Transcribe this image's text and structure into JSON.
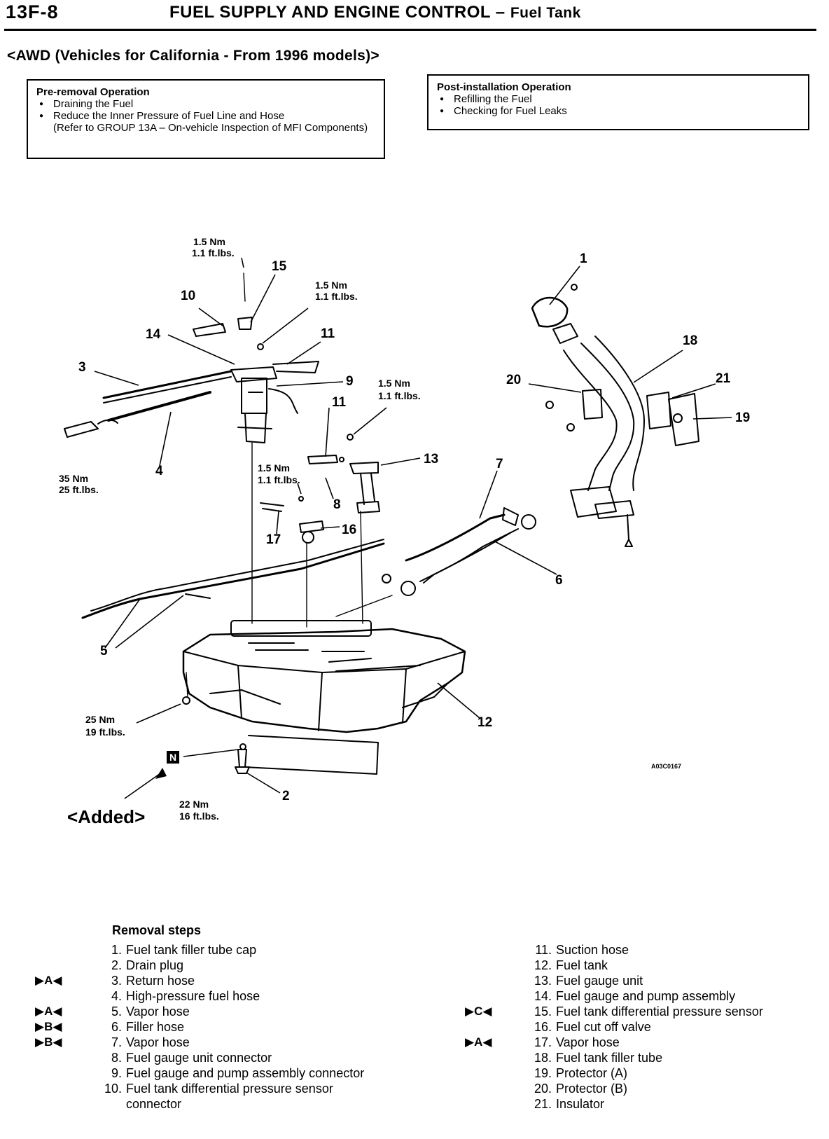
{
  "header": {
    "page_number": "13F-8",
    "title": "FUEL SUPPLY AND ENGINE CONTROL",
    "dash": "–",
    "subtitle": "Fuel Tank"
  },
  "section_title": "<AWD (Vehicles for California - From 1996 models)>",
  "pre_removal": {
    "title": "Pre-removal Operation",
    "items": [
      "Draining the Fuel",
      "Reduce the Inner Pressure of Fuel Line and Hose"
    ],
    "note": "(Refer to GROUP 13A – On-vehicle Inspection of MFI Components)"
  },
  "post_installation": {
    "title": "Post-installation Operation",
    "items": [
      "Refilling the Fuel",
      "Checking for Fuel Leaks"
    ]
  },
  "diagram": {
    "callouts": [
      "1",
      "2",
      "3",
      "4",
      "5",
      "6",
      "7",
      "8",
      "9",
      "10",
      "11",
      "12",
      "13",
      "14",
      "15",
      "16",
      "17",
      "18",
      "19",
      "20",
      "21"
    ],
    "torques": {
      "t15_nm": "1.5 Nm",
      "t15_ft": "1.1 ft.lbs.",
      "t15b_nm": "1.5 Nm",
      "t15b_ft": "1.1 ft.lbs.",
      "t13_nm": "1.5 Nm",
      "t13_ft": "1.1 ft.lbs.",
      "t8_nm": "1.5 Nm",
      "t8_ft": "1.1 ft.lbs.",
      "t35_nm": "35 Nm",
      "t35_ft": "25 ft.lbs.",
      "t25_nm": "25 Nm",
      "t25_ft": "19 ft.lbs.",
      "t22_nm": "22 Nm",
      "t22_ft": "16 ft.lbs."
    },
    "figure_code": "A03C0167",
    "new_part_mark": "N",
    "added_label": "<Added>"
  },
  "removal": {
    "title": "Removal steps",
    "left": [
      {
        "n": "1.",
        "text": "Fuel tank filler tube cap",
        "mark": ""
      },
      {
        "n": "2.",
        "text": "Drain plug",
        "mark": ""
      },
      {
        "n": "3.",
        "text": "Return hose",
        "mark": "▶A◀"
      },
      {
        "n": "4.",
        "text": "High-pressure fuel hose",
        "mark": ""
      },
      {
        "n": "5.",
        "text": "Vapor hose",
        "mark": "▶A◀"
      },
      {
        "n": "6.",
        "text": "Filler hose",
        "mark": "▶B◀"
      },
      {
        "n": "7.",
        "text": "Vapor hose",
        "mark": "▶B◀"
      },
      {
        "n": "8.",
        "text": "Fuel gauge unit connector",
        "mark": ""
      },
      {
        "n": "9.",
        "text": "Fuel gauge and pump assembly connector",
        "mark": ""
      },
      {
        "n": "10.",
        "text": "Fuel tank differential pressure sensor connector",
        "mark": ""
      }
    ],
    "right": [
      {
        "n": "11.",
        "text": "Suction hose",
        "mark": ""
      },
      {
        "n": "12.",
        "text": "Fuel tank",
        "mark": ""
      },
      {
        "n": "13.",
        "text": "Fuel gauge unit",
        "mark": ""
      },
      {
        "n": "14.",
        "text": "Fuel gauge and pump assembly",
        "mark": ""
      },
      {
        "n": "15.",
        "text": "Fuel tank differential pressure sensor",
        "mark": "▶C◀"
      },
      {
        "n": "16.",
        "text": "Fuel cut off valve",
        "mark": ""
      },
      {
        "n": "17.",
        "text": "Vapor hose",
        "mark": "▶A◀"
      },
      {
        "n": "18.",
        "text": "Fuel tank filler tube",
        "mark": ""
      },
      {
        "n": "19.",
        "text": "Protector (A)",
        "mark": ""
      },
      {
        "n": "20.",
        "text": "Protector (B)",
        "mark": ""
      },
      {
        "n": "21.",
        "text": "Insulator",
        "mark": ""
      }
    ]
  }
}
